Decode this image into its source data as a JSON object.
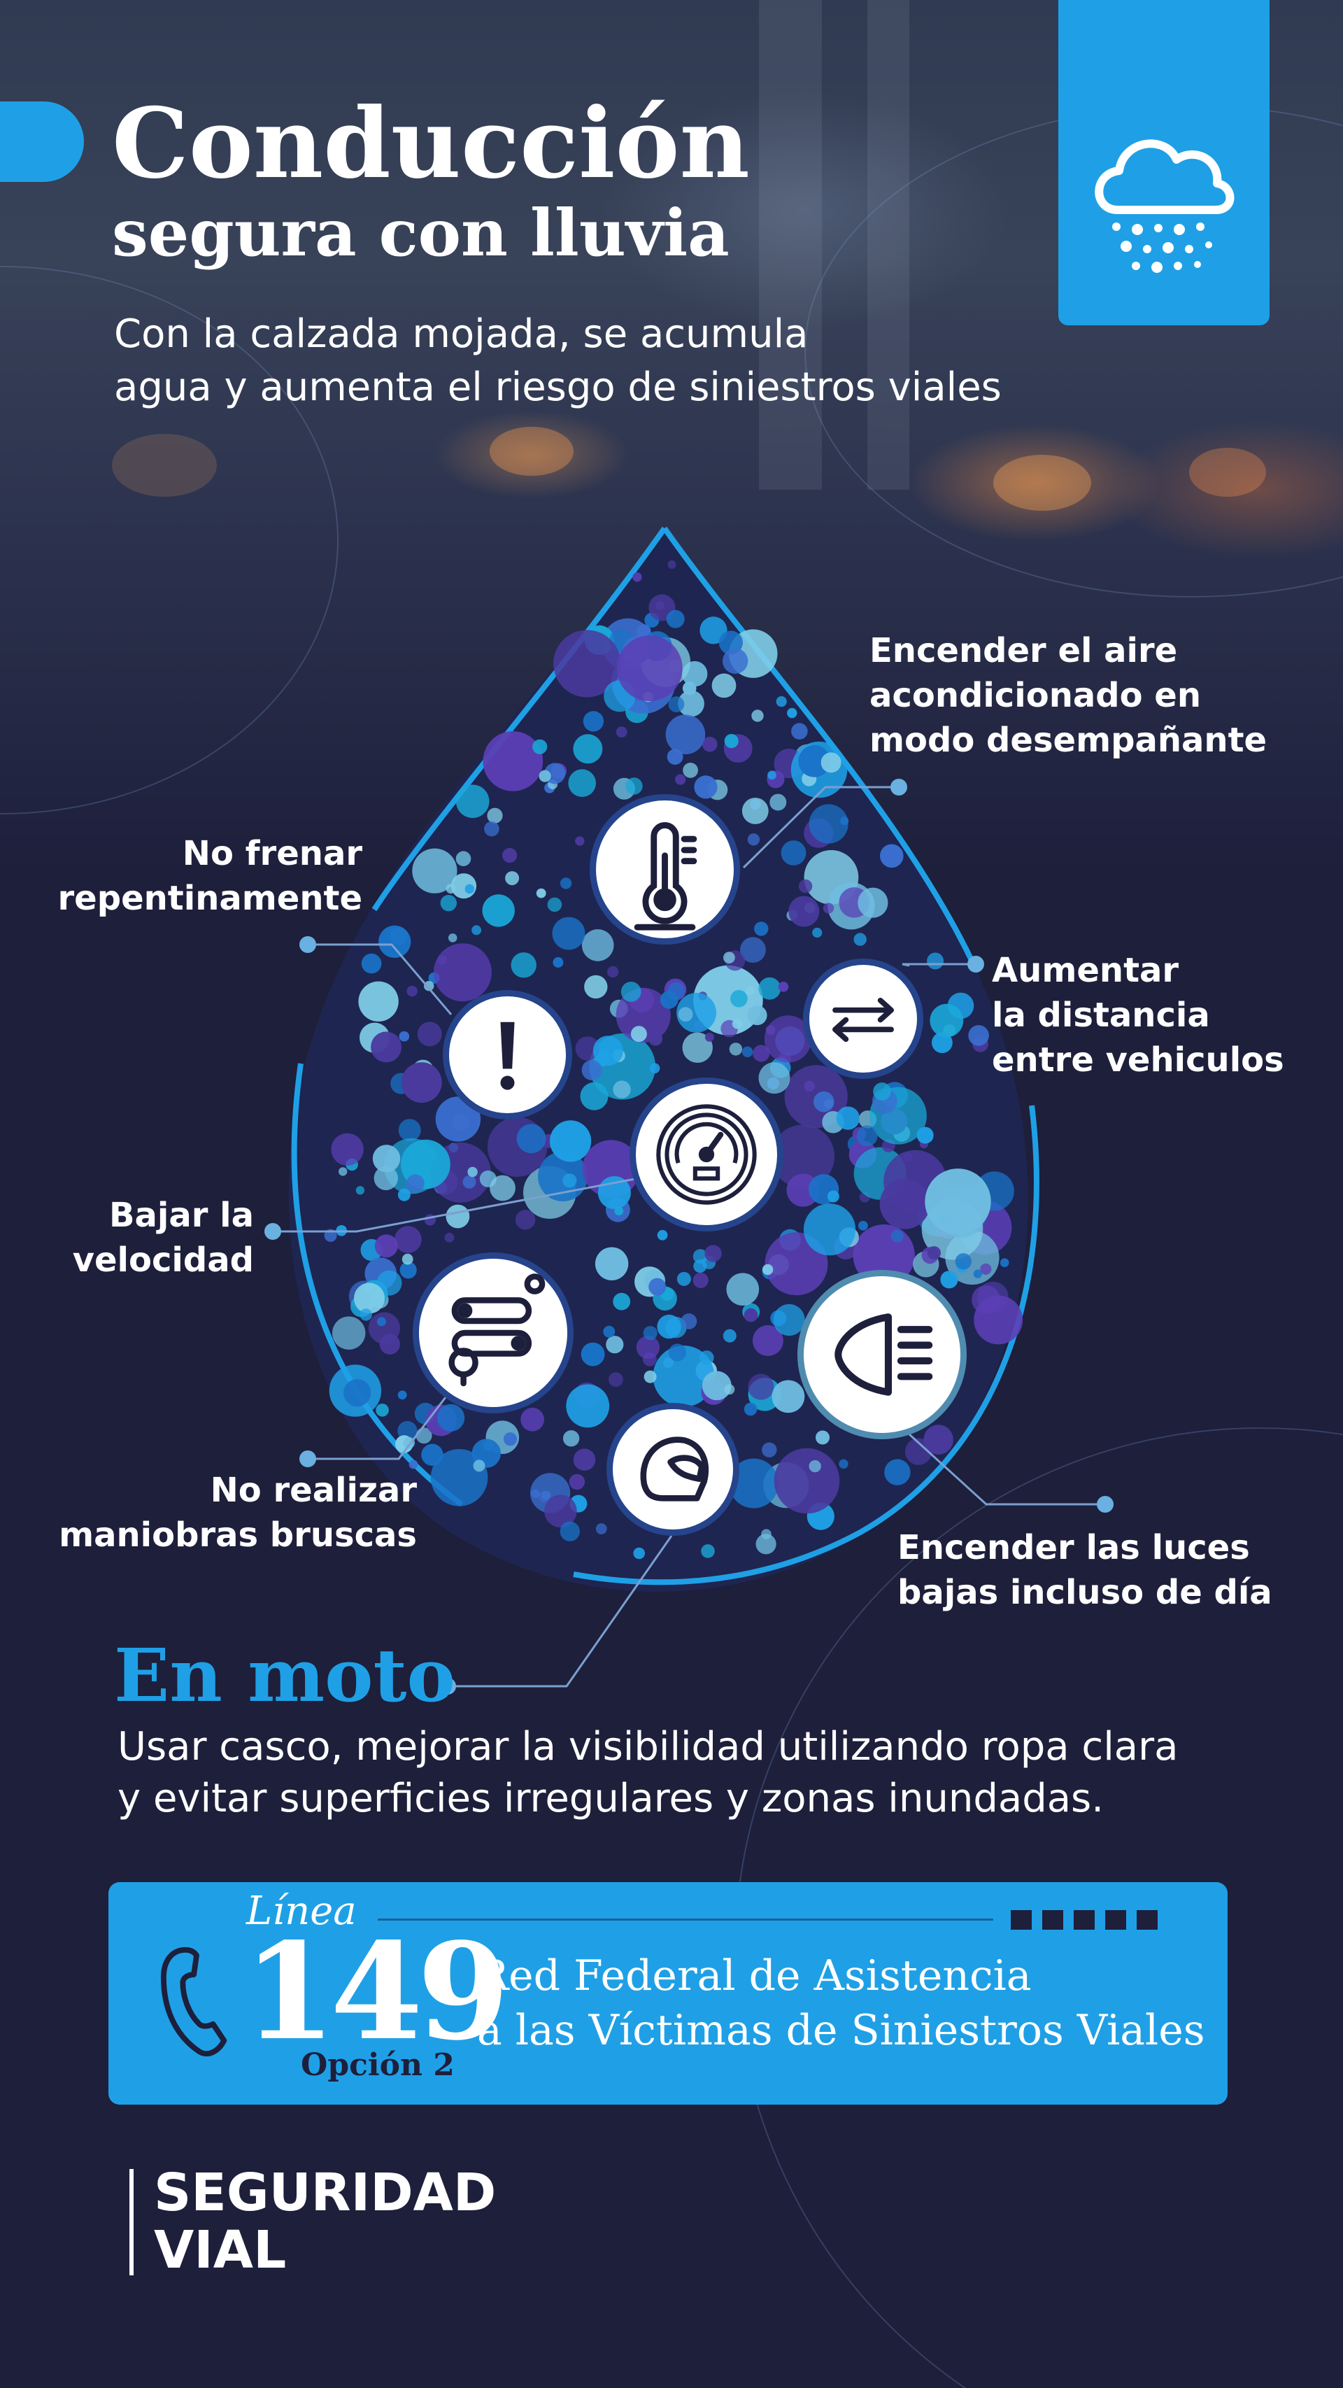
{
  "header": {
    "title_line1": "Conducción",
    "title_line2": "segura con lluvia",
    "subtitle_line1": "Con la calzada mojada, se acumula",
    "subtitle_line2": "agua y aumenta el riesgo de siniestros viales"
  },
  "weather_badge": {
    "icon": "rain-cloud-icon"
  },
  "tips": [
    {
      "id": "defog",
      "icon": "thermometer-icon",
      "lines": [
        "Encender el aire",
        "acondicionado en",
        "modo desempañante"
      ]
    },
    {
      "id": "brake",
      "icon": "exclamation-icon",
      "lines": [
        "No frenar",
        "repentinamente"
      ]
    },
    {
      "id": "distance",
      "icon": "arrows-swap-icon",
      "lines": [
        "Aumentar",
        "la distancia",
        "entre vehiculos"
      ]
    },
    {
      "id": "speed",
      "icon": "speedometer-icon",
      "lines": [
        "Bajar la",
        "velocidad"
      ]
    },
    {
      "id": "maneuver",
      "icon": "route-icon",
      "lines": [
        "No realizar",
        "maniobras bruscas"
      ]
    },
    {
      "id": "lights",
      "icon": "headlight-icon",
      "lines": [
        "Encender las luces",
        "bajas incluso de día"
      ]
    },
    {
      "id": "helmet",
      "icon": "helmet-icon"
    }
  ],
  "moto": {
    "title": "En moto",
    "text_line1": "Usar casco, mejorar la visibilidad utilizando ropa clara",
    "text_line2": "y evitar superficies irregulares y zonas inundadas."
  },
  "helpline": {
    "icon": "phone-icon",
    "label": "Línea",
    "number": "149",
    "option": "Opción 2",
    "desc_line1": "Red Federal de Asistencia",
    "desc_line2": "a las Víctimas de Siniestros Viales"
  },
  "brand": {
    "line1": "SEGURIDAD",
    "line2": "VIAL"
  },
  "colors": {
    "accent": "#1fa0e6",
    "background": "#1d1f3b",
    "icon_ring": "#26448c",
    "dot_purple": "#5b3fb5",
    "dot_light": "#7fcde8"
  }
}
